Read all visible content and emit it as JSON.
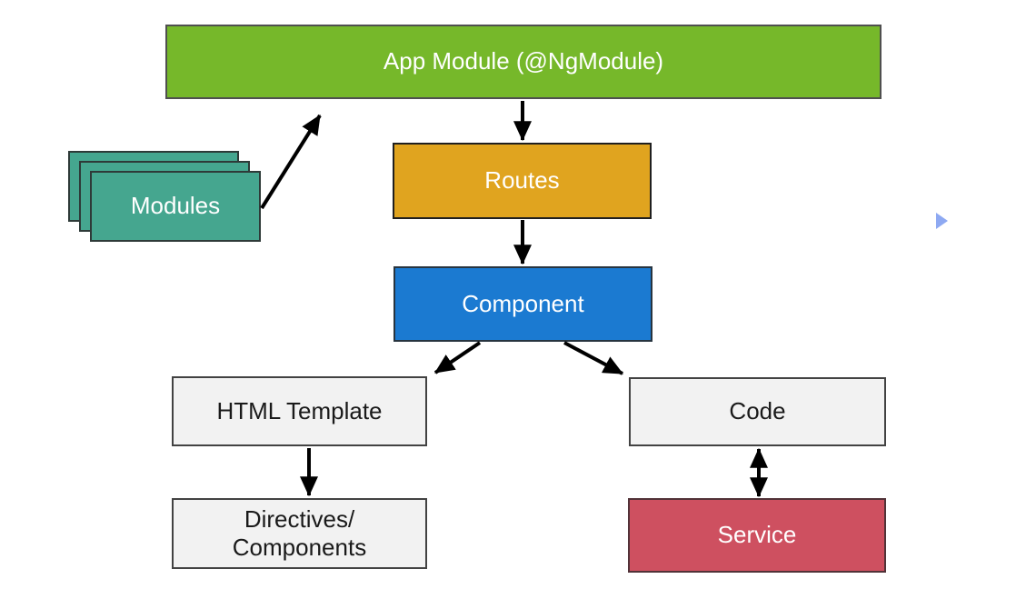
{
  "diagram": {
    "description": "Angular application architecture flow diagram",
    "nodes": {
      "app_module": {
        "label": "App Module (@NgModule)",
        "fill": "#76b82a",
        "text_color": "#ffffff"
      },
      "modules": {
        "label": "Modules",
        "fill": "#45a68f",
        "text_color": "#ffffff",
        "stack_count": 3
      },
      "routes": {
        "label": "Routes",
        "fill": "#e0a41f",
        "text_color": "#ffffff"
      },
      "component": {
        "label": "Component",
        "fill": "#1b7ad1",
        "text_color": "#ffffff"
      },
      "html_template": {
        "label": "HTML Template",
        "fill": "#f2f2f2",
        "text_color": "#1a1a1a"
      },
      "directives_components": {
        "label": "Directives/\nComponents",
        "fill": "#f2f2f2",
        "text_color": "#1a1a1a"
      },
      "code": {
        "label": "Code",
        "fill": "#f2f2f2",
        "text_color": "#1a1a1a"
      },
      "service": {
        "label": "Service",
        "fill": "#ce5060",
        "text_color": "#ffffff"
      }
    },
    "edges": [
      {
        "from": "modules",
        "to": "app_module",
        "type": "arrow"
      },
      {
        "from": "app_module",
        "to": "routes",
        "type": "arrow"
      },
      {
        "from": "routes",
        "to": "component",
        "type": "arrow"
      },
      {
        "from": "component",
        "to": "html_template",
        "type": "arrow"
      },
      {
        "from": "component",
        "to": "code",
        "type": "arrow"
      },
      {
        "from": "html_template",
        "to": "directives_components",
        "type": "arrow"
      },
      {
        "from": "code",
        "to": "service",
        "type": "double-arrow"
      }
    ],
    "cursor": {
      "name": "play-cursor",
      "color": "#8ea9f2"
    }
  }
}
